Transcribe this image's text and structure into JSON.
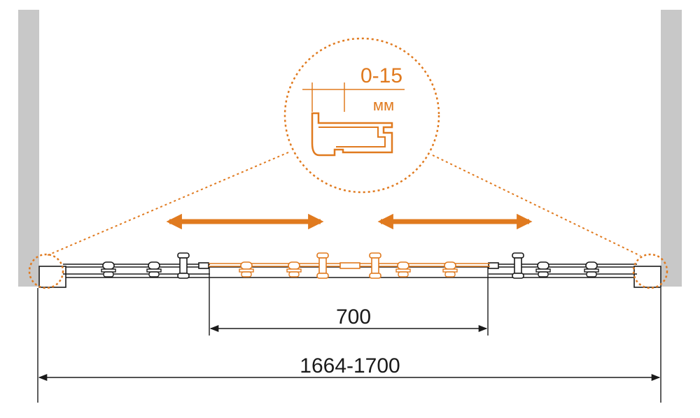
{
  "colors": {
    "accent": "#E07A1F",
    "wall": "#C8C8C8",
    "line": "#1A1A1A",
    "background": "#FFFFFF"
  },
  "detail": {
    "gap_value": "0-15",
    "gap_unit": "мм"
  },
  "dimensions": {
    "opening": "700",
    "overall": "1664-1700"
  },
  "icons": {
    "left_arrow": "double-arrow-icon",
    "right_arrow": "double-arrow-icon",
    "roller": "roller-icon",
    "handle": "handle-icon"
  }
}
